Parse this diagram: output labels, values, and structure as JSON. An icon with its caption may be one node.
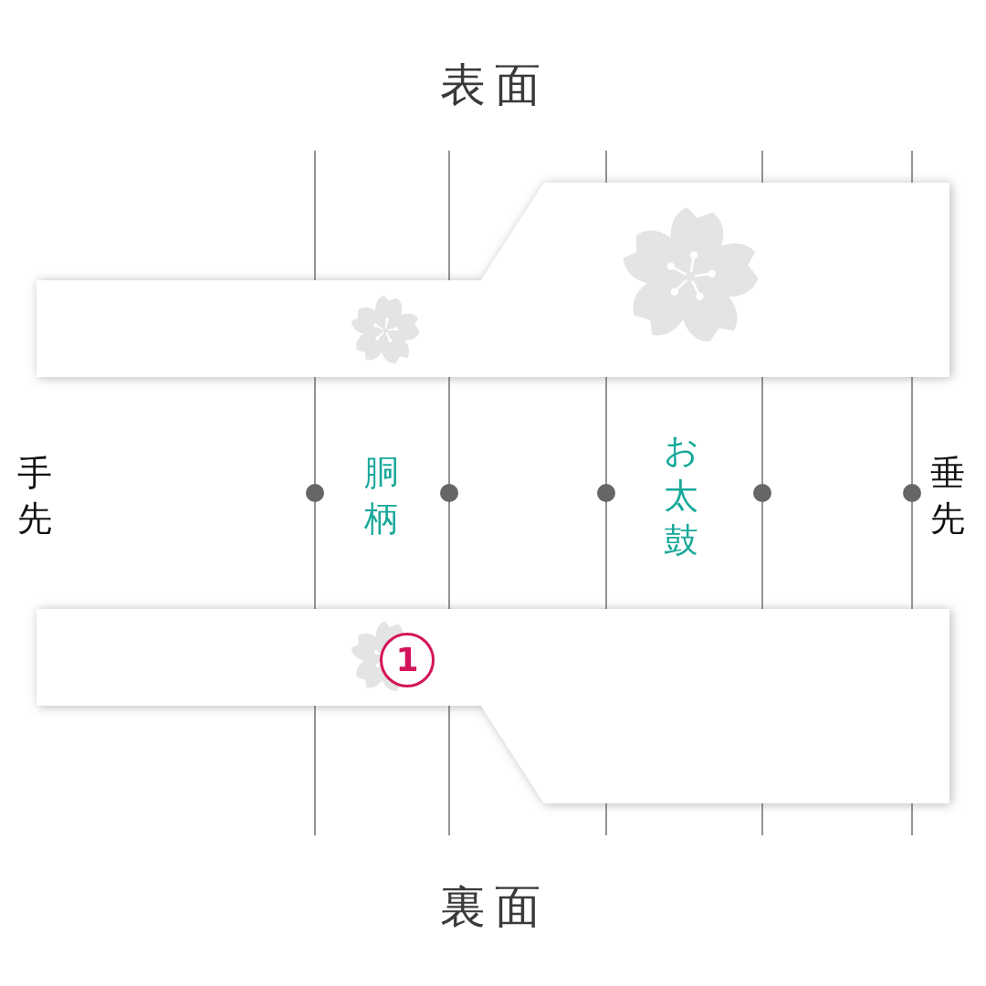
{
  "diagram": {
    "labels": [
      "表面",
      "手先",
      "胴柄",
      "お太鼓",
      "垂先",
      "1",
      "裏面"
    ]
  }
}
